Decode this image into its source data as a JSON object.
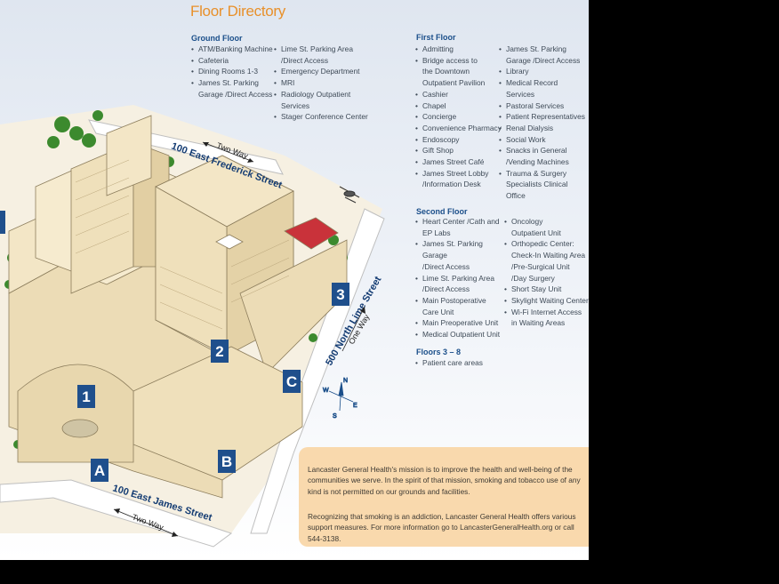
{
  "title": "Floor Directory",
  "ground_floor": {
    "heading": "Ground Floor",
    "col1": [
      "ATM/Banking Machine",
      "Cafeteria",
      "Dining Rooms 1-3",
      "James St. Parking\nGarage /Direct Access"
    ],
    "col2": [
      "Lime St. Parking Area\n/Direct Access",
      "Emergency Department",
      "MRI",
      "Radiology Outpatient\nServices",
      "Stager Conference Center"
    ]
  },
  "first_floor": {
    "heading": "First Floor",
    "col1": [
      "Admitting",
      "Bridge access to\nthe Downtown\nOutpatient Pavilion",
      "Cashier",
      "Chapel",
      "Concierge",
      "Convenience Pharmacy",
      "Endoscopy",
      "Gift Shop",
      "James Street Café",
      "James Street Lobby\n/Information Desk"
    ],
    "col2": [
      "James St. Parking\nGarage /Direct Access",
      "Library",
      "Medical Record\nServices",
      "Pastoral Services",
      "Patient Representatives",
      "Renal Dialysis",
      "Social Work",
      "Snacks in General\n/Vending Machines",
      "Trauma & Surgery\nSpecialists Clinical Office"
    ]
  },
  "second_floor": {
    "heading": "Second Floor",
    "col1": [
      "Heart Center /Cath and\nEP Labs",
      "James St. Parking Garage\n/Direct Access",
      "Lime St. Parking Area\n/Direct Access",
      "Main Postoperative\nCare Unit",
      "Main Preoperative Unit",
      "Medical Outpatient Unit"
    ],
    "col2": [
      "Oncology\nOutpatient Unit",
      "Orthopedic Center:\nCheck-In Waiting Area\n/Pre-Surgical Unit\n/Day Surgery",
      "Short Stay Unit",
      "Skylight Waiting Center",
      "Wi-Fi Internet Access\nin Waiting Areas"
    ]
  },
  "floors_3_8": {
    "heading": "Floors 3 – 8",
    "items": [
      "Patient care areas"
    ]
  },
  "map": {
    "streets": {
      "frederick": "100 East Frederick Street",
      "lime": "500 North Lime Street",
      "james": "100 East James Street"
    },
    "traffic": {
      "frederick_dir": "Two Way",
      "lime_dir": "One Way",
      "james_dir": "Two Way"
    },
    "entrance_markers": [
      "1",
      "2",
      "3"
    ],
    "parking_markers": [
      "A",
      "B",
      "C"
    ],
    "compass": {
      "n": "N",
      "e": "E",
      "s": "S",
      "w": "W"
    }
  },
  "mission": {
    "p1": "Lancaster General Health's mission is to improve the health and well-being of the communities we serve. In the spirit of that mission, smoking and tobacco use of any kind is not permitted on our grounds and facilities.",
    "p2": "Recognizing that smoking is an addiction, Lancaster General Health offers various support measures. For more information go to LancasterGeneralHealth.org or call 544-3138."
  },
  "colors": {
    "accent_orange": "#e8902a",
    "heading_blue": "#1b4f8a",
    "marker_blue": "#1f4f8c",
    "mission_bg": "#f9d9ad",
    "building": "#f3e6c6"
  }
}
